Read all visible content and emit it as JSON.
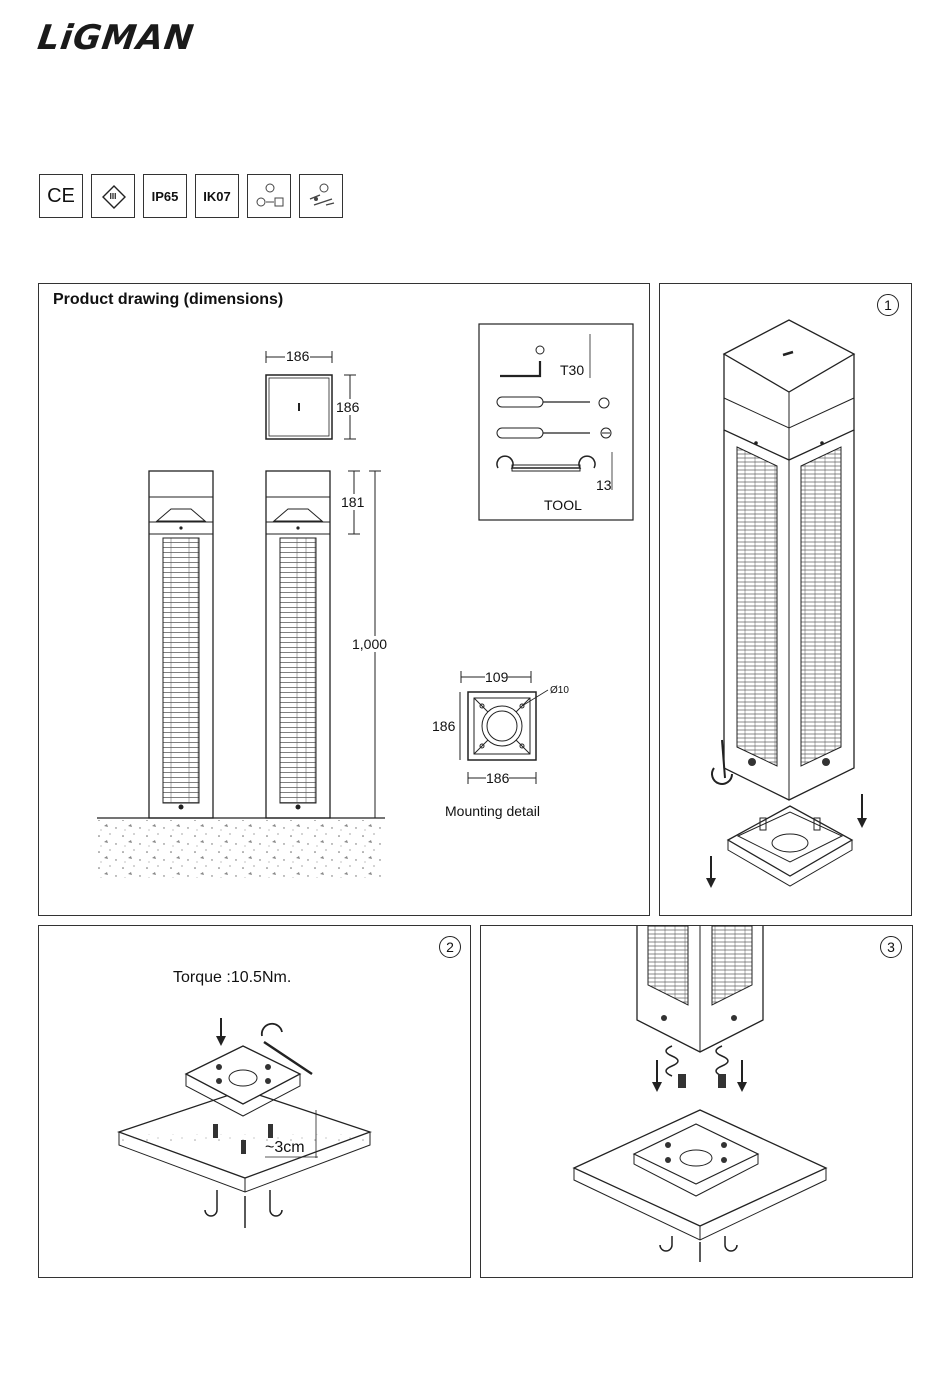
{
  "brand": {
    "logo_text": "LiGMAN"
  },
  "certifications": [
    {
      "name": "ce-mark-icon",
      "label": "CE"
    },
    {
      "name": "class-iii-icon",
      "label": "III"
    },
    {
      "name": "ip-rating",
      "label": "IP65"
    },
    {
      "name": "ik-rating",
      "label": "IK07"
    },
    {
      "name": "voltage-icon",
      "label": ""
    },
    {
      "name": "connection-icon",
      "label": ""
    }
  ],
  "dimensions_panel": {
    "title": "Product drawing (dimensions)",
    "top_width": "186",
    "top_depth": "186",
    "head_height": "181",
    "total_height": "1,000",
    "tools": {
      "t30": "T30",
      "wrench": "13",
      "label": "TOOL"
    },
    "mounting": {
      "width": "109",
      "hole": "Ø10",
      "depth": "186",
      "base_width": "186",
      "label": "Mounting detail"
    }
  },
  "steps": [
    {
      "number": "1"
    },
    {
      "number": "2",
      "torque": "Torque :10.5Nm.",
      "depth_note": "~3cm"
    },
    {
      "number": "3"
    }
  ]
}
